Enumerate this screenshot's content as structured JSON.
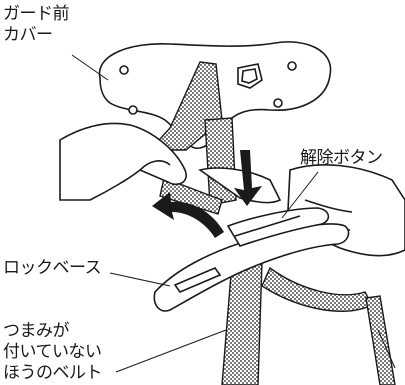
{
  "labels": {
    "guard_cover": "ガード前\nカバー",
    "release_button": "解除ボタン",
    "lock_base": "ロックベース",
    "belt_no_knob": "つまみが\n付いていない\nほうのベルト"
  },
  "colors": {
    "line": "#1a1a1a",
    "fill": "#ffffff",
    "dots": "#1a1a1a"
  },
  "icons": [
    "arrow-down-icon",
    "arrow-curved-left-icon"
  ]
}
